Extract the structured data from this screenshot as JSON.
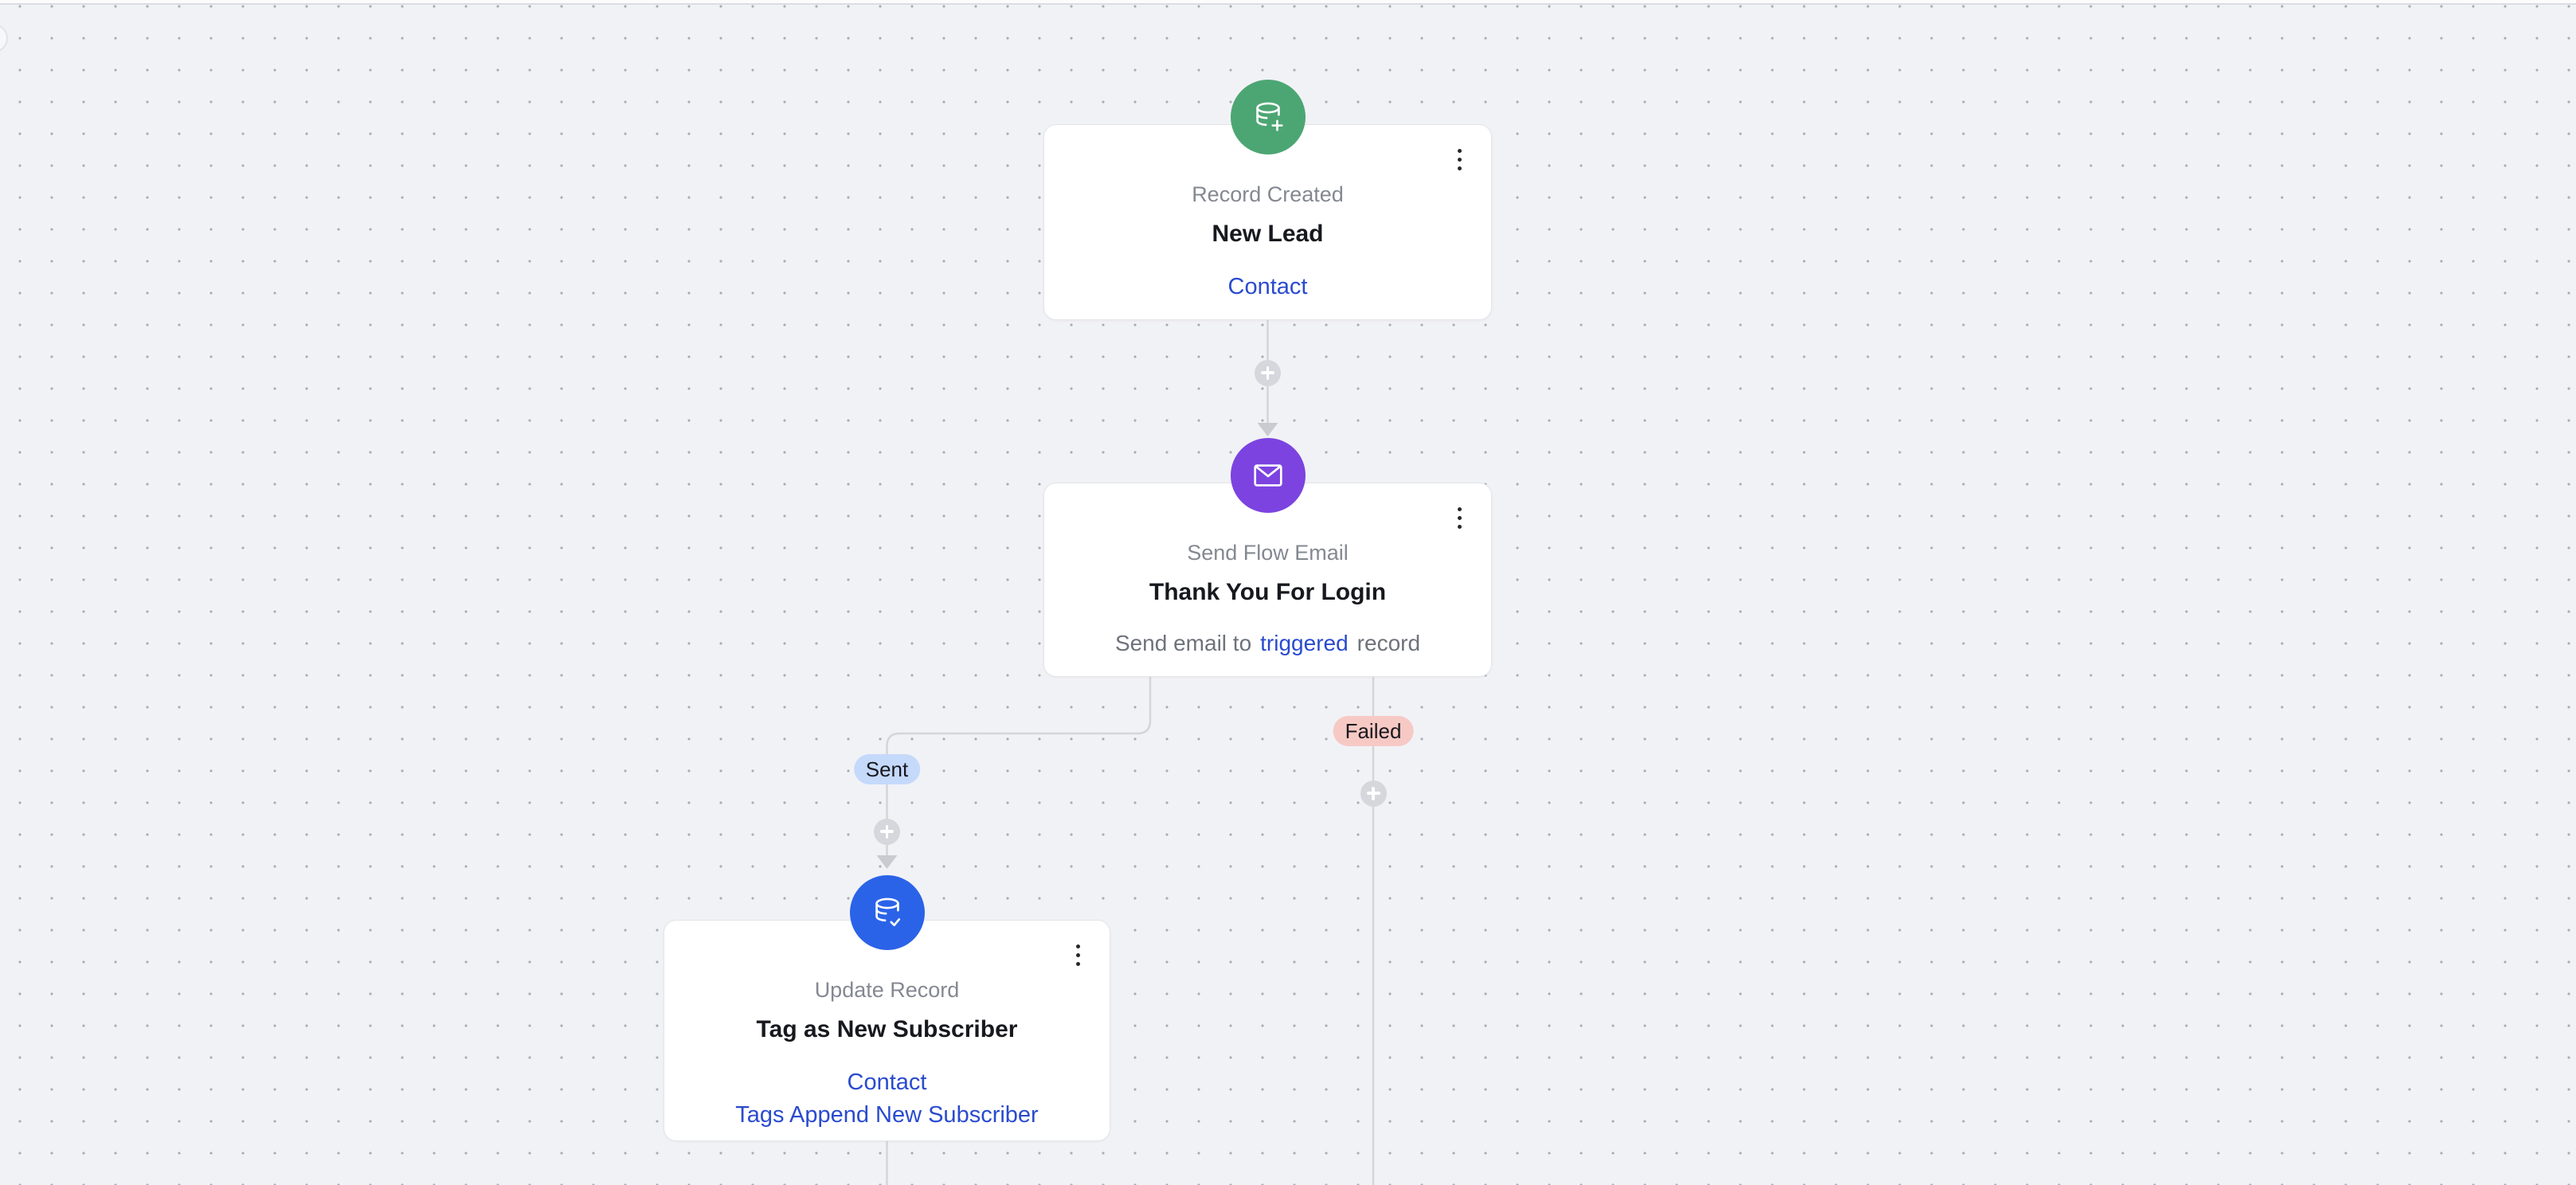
{
  "canvas": {
    "background": "#f1f2f6",
    "dot_color": "#a9acb5",
    "edge_color": "#d4d5da"
  },
  "nodes": [
    {
      "type_label": "Record Created",
      "title": "New Lead",
      "links": [
        "Contact"
      ],
      "icon": "database-plus-icon",
      "icon_color": "#4ca673",
      "menu_icon": "kebab-menu-icon"
    },
    {
      "type_label": "Send Flow Email",
      "title": "Thank You For Login",
      "detail": {
        "prefix": "Send email to",
        "variable": "triggered",
        "suffix": "record"
      },
      "icon": "envelope-icon",
      "icon_color": "#7c43e0",
      "menu_icon": "kebab-menu-icon"
    },
    {
      "type_label": "Update Record",
      "title": "Tag as New Subscriber",
      "links": [
        "Contact",
        "Tags Append New Subscriber"
      ],
      "icon": "database-check-icon",
      "icon_color": "#2b63e8",
      "menu_icon": "kebab-menu-icon"
    }
  ],
  "edges": [
    {
      "from": "New Lead",
      "to": "Thank You For Login",
      "label": ""
    },
    {
      "from": "Thank You For Login",
      "to": "Tag as New Subscriber",
      "label": "Sent",
      "label_bg": "#c5d9fb"
    },
    {
      "from": "Thank You For Login",
      "to": "",
      "label": "Failed",
      "label_bg": "#f7c9c5"
    }
  ],
  "colors": {
    "link_blue": "#2a4bce",
    "label_gray": "#848891",
    "detail_gray": "#6e727b",
    "title_dark": "#17191e",
    "badge_text": "#17181c"
  }
}
